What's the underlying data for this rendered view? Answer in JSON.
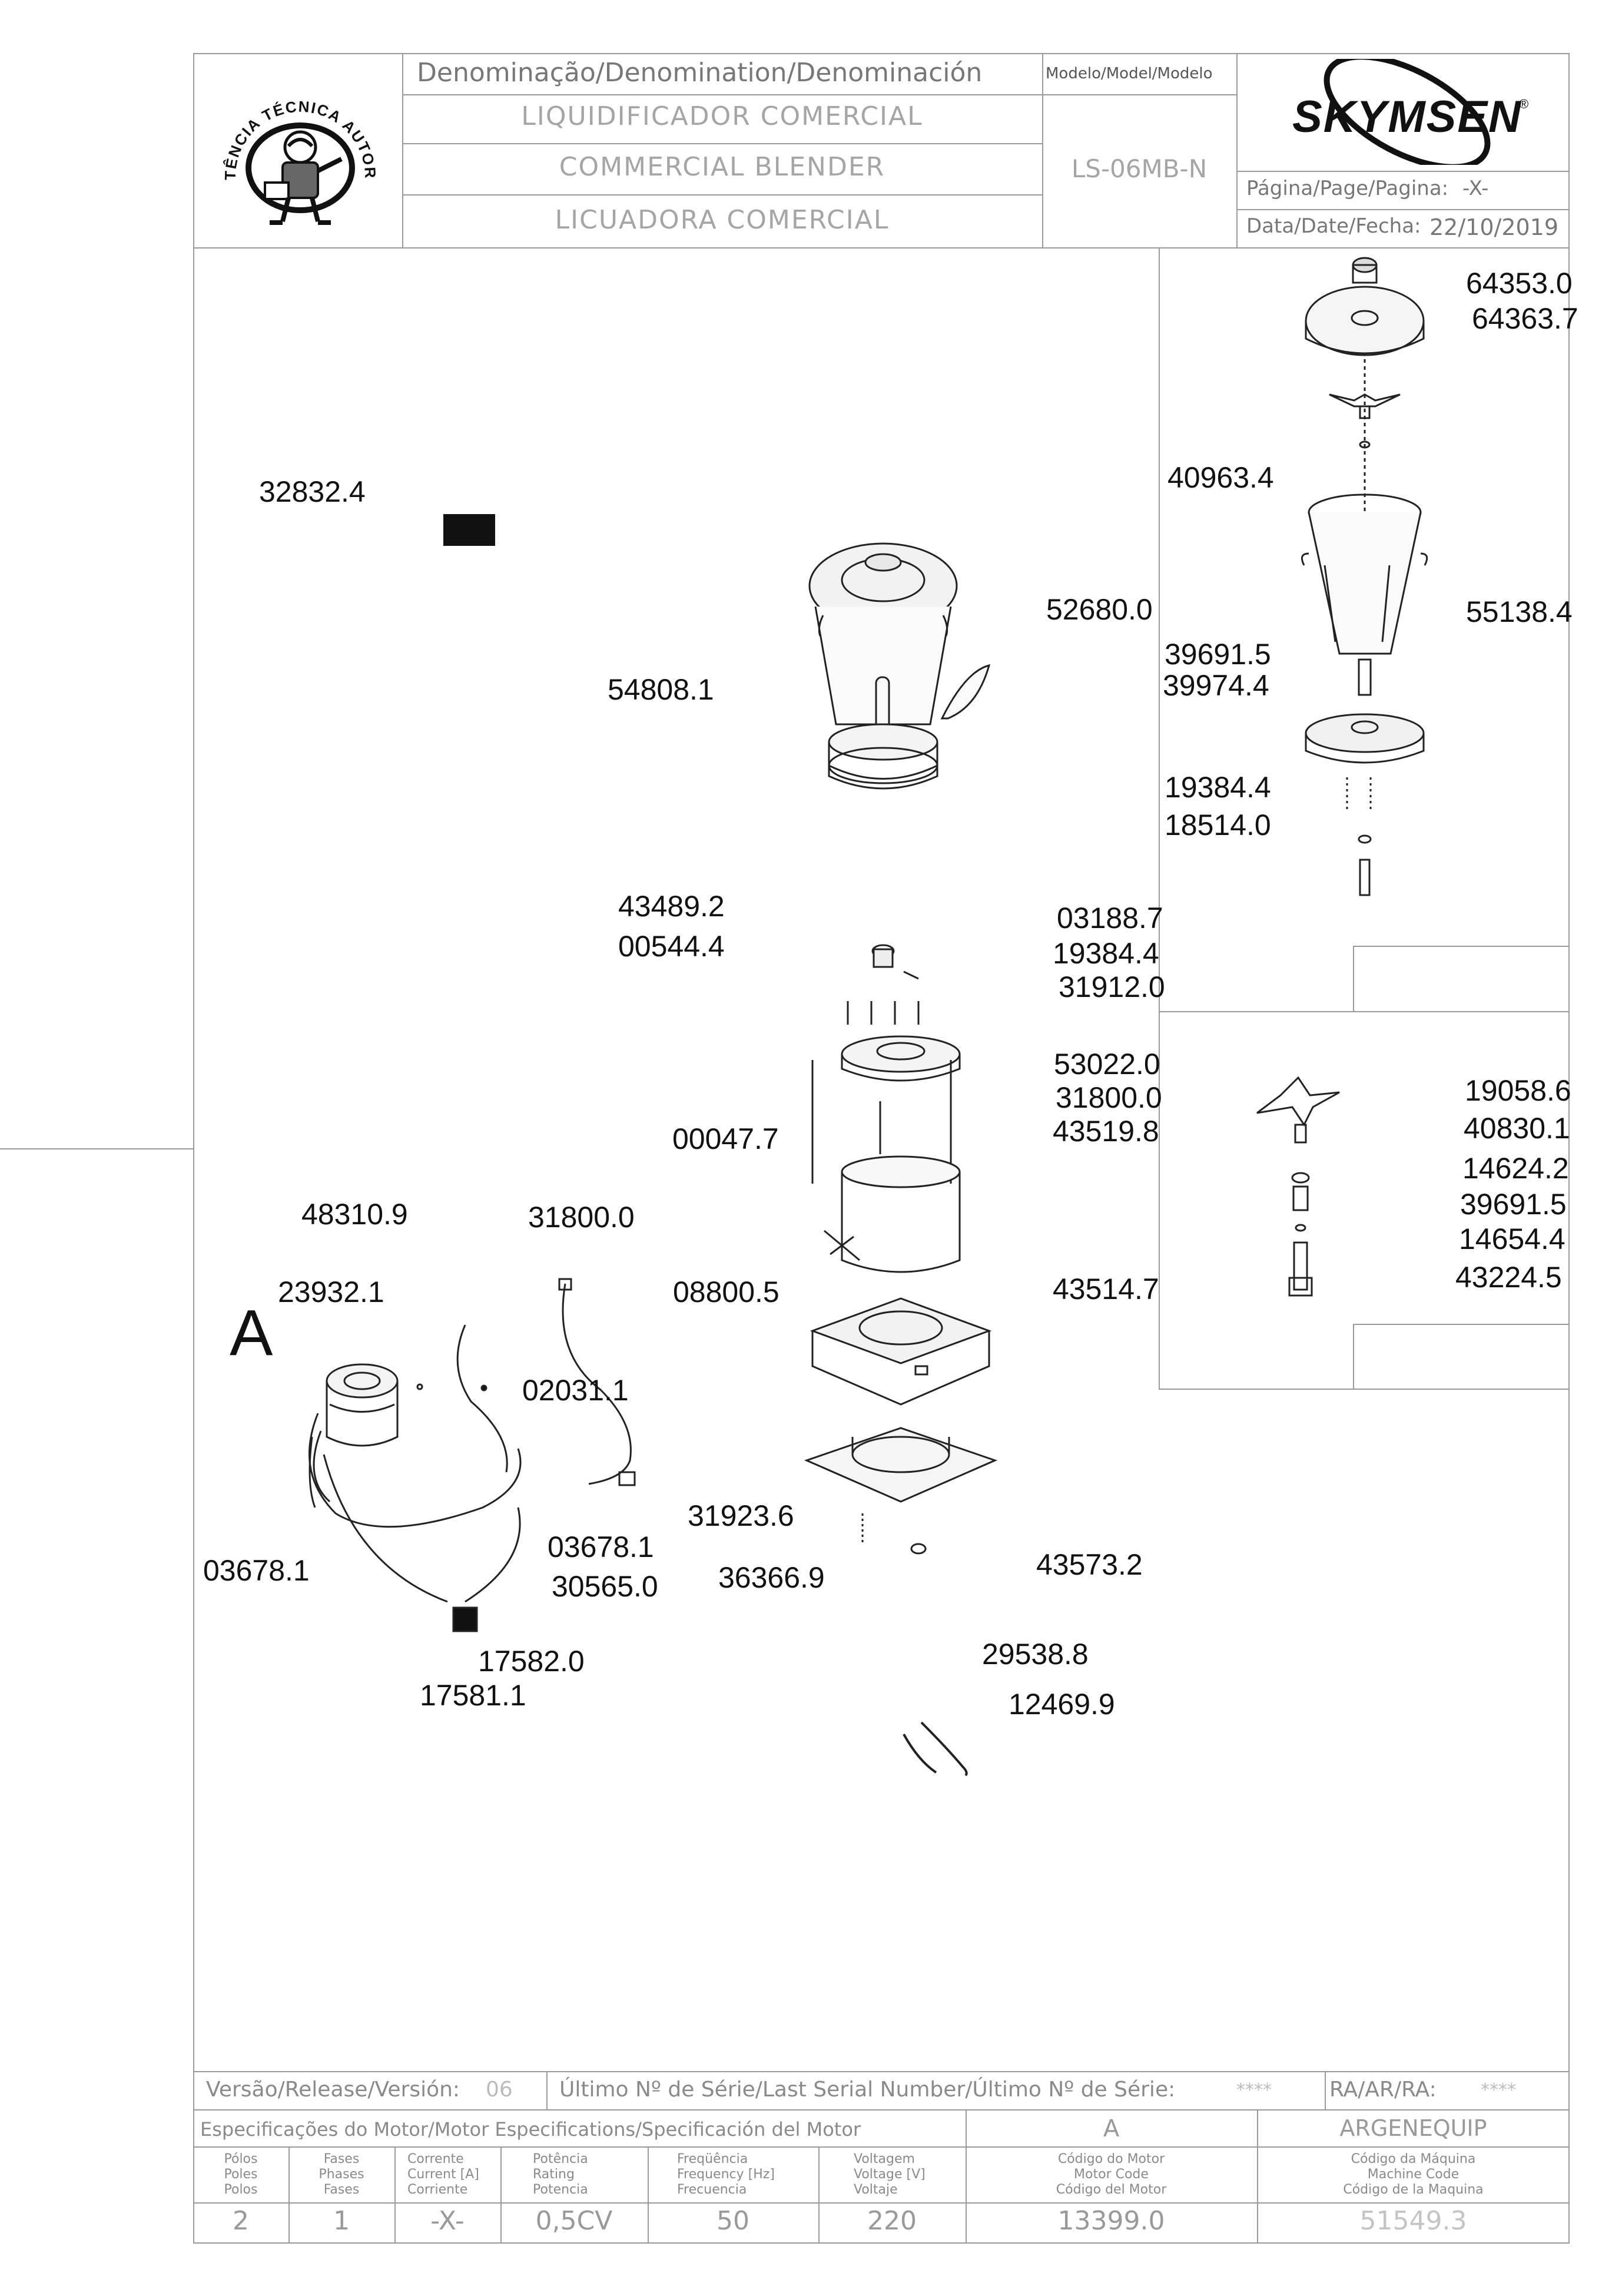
{
  "header": {
    "denomination_label": "Denominação/Denomination/Denominación",
    "name_pt": "LIQUIDIFICADOR COMERCIAL",
    "name_en": "COMMERCIAL BLENDER",
    "name_es": "LICUADORA COMERCIAL",
    "model_label": "Modelo/Model/Modelo",
    "model_value": "LS-06MB-N",
    "brand": "SKYMSEN",
    "brand_mark": "®",
    "page_label": "Página/Page/Pagina:",
    "page_value": "-X-",
    "date_label": "Data/Date/Fecha:",
    "date_value": "22/10/2019",
    "seal_text": "ASSISTÊNCIA TÉCNICA AUTORIZADA"
  },
  "diagram": {
    "view_label": "A",
    "parts": [
      "64353.0",
      "64363.7",
      "40963.4",
      "55138.4",
      "52680.0",
      "39691.5",
      "39974.4",
      "19384.4",
      "18514.0",
      "32832.4",
      "54808.1",
      "43489.2",
      "00544.4",
      "03188.7",
      "19384.4",
      "31912.0",
      "53022.0",
      "31800.0",
      "43519.8",
      "00047.7",
      "19058.6",
      "40830.1",
      "14624.2",
      "39691.5",
      "14654.4",
      "43224.5",
      "48310.9",
      "31800.0",
      "23932.1",
      "08800.5",
      "43514.7",
      "02031.1",
      "31923.6",
      "03678.1",
      "03678.1",
      "30565.0",
      "36366.9",
      "43573.2",
      "17582.0",
      "17581.1",
      "29538.8",
      "12469.9"
    ]
  },
  "footer": {
    "release_label": "Versão/Release/Versión:",
    "release_value": "06",
    "serial_label": "Último Nº de Série/Last Serial Number/Último Nº de Série:",
    "serial_value": "****",
    "ra_label": "RA/AR/RA:",
    "ra_value": "****",
    "motor_spec_label": "Especificações do Motor/Motor Especifications/Specificación del Motor",
    "motor_class": "A",
    "manufacturer": "ARGENEQUIP",
    "columns": [
      {
        "h1": "Pólos",
        "h2": "Poles",
        "h3": "Polos",
        "value": "2"
      },
      {
        "h1": "Fases",
        "h2": "Phases",
        "h3": "Fases",
        "value": "1"
      },
      {
        "h1": "Corrente",
        "h2": "Current [A]",
        "h3": "Corriente",
        "value": "-X-"
      },
      {
        "h1": "Potência",
        "h2": "Rating",
        "h3": "Potencia",
        "value": "0,5CV"
      },
      {
        "h1": "Freqüência",
        "h2": "Frequency [Hz]",
        "h3": "Frecuencia",
        "value": "50"
      },
      {
        "h1": "Voltagem",
        "h2": "Voltage [V]",
        "h3": "Voltaje",
        "value": "220"
      },
      {
        "h1": "Código do Motor",
        "h2": "Motor Code",
        "h3": "Código del Motor",
        "value": "13399.0"
      },
      {
        "h1": "Código da Máquina",
        "h2": "Machine Code",
        "h3": "Código de la Maquina",
        "value": "51549.3"
      }
    ]
  }
}
